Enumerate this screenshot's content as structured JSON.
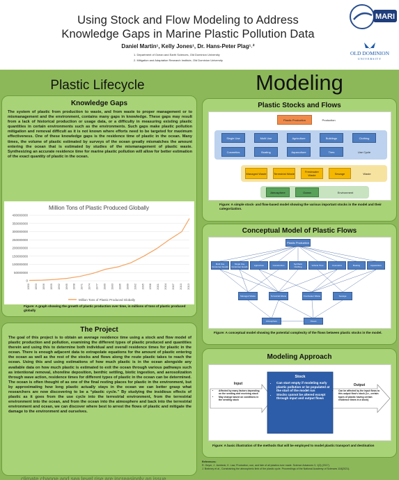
{
  "header": {
    "title_line1": "Using Stock and Flow Modeling to Address",
    "title_line2": "Knowledge Gaps in Marine Plastic Pollution Data",
    "authors": "Daniel Martin¹, Kelly Jones¹, Dr. Hans-Peter Plag¹˒²",
    "affiliation1": "1.   Department of Ocean and Earth Sciences, Old Dominion University",
    "affiliation2": "2.   Mitigation and Adaptation Research Institute, Old Dominion University",
    "logo_mari": "MARI",
    "logo_odu_line1": "OLD DOMINION",
    "logo_odu_line2": "UNIVERSITY"
  },
  "left_title": "Plastic Lifecycle",
  "right_title": "Modeling",
  "knowledge_gaps": {
    "title": "Knowledge Gaps",
    "text": "The system of plastic from production to waste, and from waste to proper management or to mismanagement and the environment, contains many gaps in knowledge. These gaps may result from a lack of historical production or usage data, or a difficulty in measuring existing plastic quantities in certain environments such as the environments. Such gaps make plastic pollution mitigation and removal difficult as it is not known where efforts need to be targeted for maximum effectiveness. One of these knowledge gaps is the residence time of plastic in the ocean. Many times, the volume of plastic estimated by surveys of the ocean greatly mismatches the amount entering the ocean that is estimated by studies of the mismanagement of plastic waste. Synthesizing an accurate residence time for marine plastic pollution will allow for better estimation of the exact quantity of plastic in the ocean.",
    "caption": "Figure: A graph showing the growth of plastic production over time, in millions of tons of plastic produced globally"
  },
  "chart_data": {
    "type": "line",
    "title": "Million Tons of Plastic Produced Globally",
    "legend": "Million Tons of Plastic Produced Globally",
    "legend_position": "bottom",
    "grid": true,
    "ylim": [
      0,
      400000000
    ],
    "yticks": [
      "0",
      "50000000",
      "100000000",
      "150000000",
      "200000000",
      "250000000",
      "300000000",
      "350000000",
      "400000000"
    ],
    "xticks": [
      "1950",
      "1953",
      "1956",
      "1959",
      "1962",
      "1965",
      "1968",
      "1971",
      "1974",
      "1977",
      "1980",
      "1983",
      "1986",
      "1989",
      "1992",
      "1995",
      "1998",
      "2001",
      "2004",
      "2007",
      "2010",
      "2013"
    ],
    "x": [
      1950,
      1955,
      1960,
      1965,
      1970,
      1975,
      1980,
      1985,
      1990,
      1995,
      2000,
      2005,
      2010,
      2015
    ],
    "values": [
      2000000,
      4000000,
      8000000,
      15000000,
      27000000,
      45000000,
      70000000,
      85000000,
      110000000,
      150000000,
      195000000,
      250000000,
      300000000,
      380000000
    ],
    "color": "#f4a460"
  },
  "the_project": {
    "title": "The Project",
    "text": "The goal of this project is to obtain an average residence time using a stock and flow model of plastic production and pollution, examining the different types of plastic produced and quantities therein and using this to determine both individual and overall residence times for plastic in the ocean. There is enough adjacent data to extrapolate equations for the amount of plastic entering the ocean as well as the rest of the stocks and flows along the route plastic takes to reach the ocean. Using this and using estimations of how much plastic is in the ocean alongside any available data on how much plastic is estimated to exit the ocean through various pathways such as intentional removal, shoreline deposition, benthic settling, biotic ingestion, and aerosolization through wave action, residence times for different types of plastic in the ocean can be determined. The ocean is often thought of as one of the final resting places for plastic in the environment, but by approximating how long plastic actually stays in the ocean we can better grasp what researchers are now discovering to be a “plastic cycle.” By studying the insidious effects of plastic as it goes from the use cycle into the terrestrial environment, from the terrestrial environment into the ocean, and from the ocean into the atmosphere and back into the terrestrial environment and ocean, we can discover where best to arrest the flows of plastic and mitigate the damage to the environment and ourselves."
  },
  "stocks_flows": {
    "title": "Plastic Stocks and Flows",
    "production_node": "Plastic Production",
    "production_label": "Production",
    "use_nodes_row1": [
      "Single Use",
      "Multi Use",
      "Agriculture",
      "Buildings",
      "Clothing"
    ],
    "use_nodes_row2": [
      "Cosmetics",
      "Boating",
      "Aquaculture",
      "Tires"
    ],
    "use_label": "Use Cycle",
    "waste_nodes": [
      "Managed Waste",
      "Terrestrial Waste",
      "Freshwater Waste",
      "Sewage"
    ],
    "waste_label": "Waste",
    "env_nodes": [
      "Atmosphere",
      "Ocean"
    ],
    "env_label": "Environment",
    "caption": "Figure: A simple stock- and flow-based model showing the various important stocks in the model and their categorization."
  },
  "conceptual": {
    "title": "Conceptual Model of Plastic Flows",
    "top_node": "Plastic Production",
    "row1": [
      "Multi Use Consumer Goods",
      "Single Use Consumer Goods",
      "Agriculture",
      "Construction",
      "Synthetic Clothing",
      "Vehicle Tires",
      "Cosmetics",
      "Boating",
      "Aquaculture"
    ],
    "row2": [
      "Managed Waste",
      "Terrestrial Waste",
      "Freshwater Waste",
      "Sewage"
    ],
    "row3": [
      "Atmosphere",
      "Ocean"
    ],
    "caption": "Figure: A conceptual model showing the potential complexity of the flows between plastic stocks in the model."
  },
  "approach": {
    "title": "Modeling Approach",
    "input_title": "Input",
    "input_items": [
      "Affected by many factors depending on the sending and receiving stock",
      "May change based on conditions in the sending stock"
    ],
    "stock_title": "Stock",
    "stock_items": [
      "Can start empty if modeling early plastic pollution or be populated at the start of the model run",
      "Stocks cannot be altered except through input and output flows"
    ],
    "output_title": "Output",
    "output_items": [
      "Can be affected by the input flows to this output flow's stock (i.e., certain types of plastic having certain residence times in a stock)"
    ],
    "caption": "Figure: A basic illustration of the methods that will be employed to model plastic transport and destination"
  },
  "references": {
    "heading": "References:",
    "ref1": "R. Geyer, J. Jambeck, K. Law, Production, use, and fate of all plastics ever made. Science Advances 3, 1(3) (2017).",
    "ref2": "J. Brahney et al., Constraining the atmospheric limb of the plastic cycle. Proceedings of the National Academy of Sciences 118(2021)."
  },
  "footer_text": "climate change and sea level rise are increasingly an issue..."
}
